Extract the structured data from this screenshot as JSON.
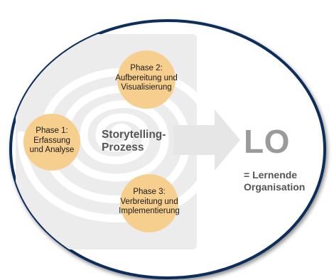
{
  "diagram": {
    "phases": [
      {
        "id": "phase-1",
        "line1": "Phase 1:",
        "line2": "Erfassung",
        "line3": "und Analyse"
      },
      {
        "id": "phase-2",
        "line1": "Phase 2:",
        "line2": "Aufbereitung und",
        "line3": "Visualisierung"
      },
      {
        "id": "phase-3",
        "line1": "Phase 3:",
        "line2": "Verbreitung und",
        "line3": "Implementierung"
      }
    ],
    "center": {
      "line1": "Storytelling-",
      "line2": "Prozess"
    },
    "outcome": {
      "title": "LO",
      "line1": "= Lernende",
      "line2": "Organisation"
    },
    "colors": {
      "ellipse_border": "#0f2e5c",
      "phase_fill": "#f6cf8f",
      "panel_fill": "#ececec",
      "spiral": "#ffffff",
      "arrow": "#e6e6e6",
      "lo_text": "#9a9a9a"
    }
  }
}
